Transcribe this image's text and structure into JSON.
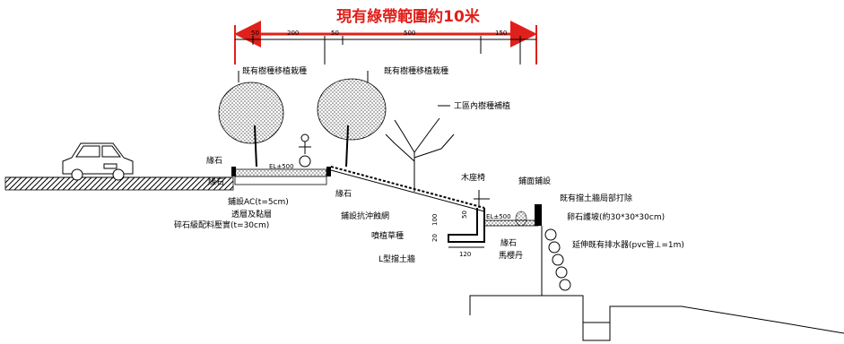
{
  "title": "現有綠帶範圍約10米",
  "colors": {
    "accent": "#e0201a",
    "ink": "#000000"
  },
  "dimensions_top": [
    "50",
    "200",
    "50",
    "500",
    "150"
  ],
  "labels": {
    "tree_transplant_left": "既有樹種移植栽種",
    "tree_transplant_right": "既有樹種移植栽種",
    "worksite_tree": "工區內樹種補植",
    "curb_left_top": "緣石",
    "curb_left_bottom": "緣石",
    "curb_mid": "緣石",
    "paving_ac": "鋪設AC(t=5cm)",
    "prime_tack": "透層及黏層",
    "gravel_base": "碎石級配料壓實(t=30cm)",
    "erosion_net": "鋪設抗沖蝕網",
    "hydroseeding": "噴植草種",
    "bench": "木座椅",
    "l_wall": "L型擋土牆",
    "paving": "鋪面鋪設",
    "wall_remove": "既有擋土牆局部打除",
    "rock_slope": "卵石護坡(約30*30*30cm)",
    "drain_extend": "延伸既有排水器(pvc管⊥=1m)",
    "curb_right": "緣石",
    "horse_hoof": "馬櫻丹",
    "el_left": "EL±500",
    "el_right": "EL±500"
  },
  "dims": {
    "d100": "100",
    "d50": "50",
    "d20": "20",
    "d120": "120"
  },
  "icons": [
    "car-icon",
    "cyclist-icon",
    "tree-icon",
    "bare-tree-icon",
    "shrub-icon"
  ]
}
